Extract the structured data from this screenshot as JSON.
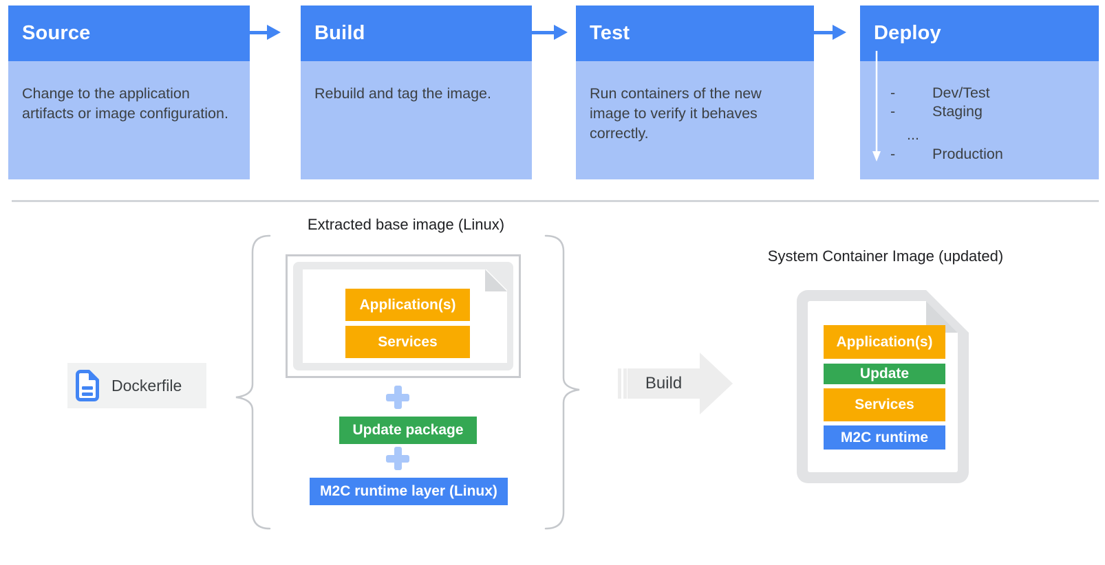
{
  "pipeline": {
    "stages": [
      {
        "title": "Source",
        "description": "Change to the application artifacts or image configuration."
      },
      {
        "title": "Build",
        "description": "Rebuild and tag the image."
      },
      {
        "title": "Test",
        "description": "Run containers of the new image to verify it behaves correctly."
      },
      {
        "title": "Deploy",
        "items": [
          {
            "bullet": "-",
            "label": "Dev/Test"
          },
          {
            "bullet": "-",
            "label": "Staging"
          },
          {
            "bullet": "",
            "label": "..."
          },
          {
            "bullet": "-",
            "label": "Production"
          }
        ]
      }
    ]
  },
  "build_flow": {
    "extracted_base_image": {
      "title": "Extracted base image (Linux)",
      "layers": [
        {
          "label": "Application(s)",
          "color": "#F9AB00"
        },
        {
          "label": "Services",
          "color": "#F9AB00"
        }
      ],
      "plus_symbol": "+",
      "update_package_label": "Update package",
      "runtime_layer_label": "M2C runtime layer (Linux)"
    },
    "dockerfile": {
      "label": "Dockerfile"
    },
    "build_arrow": {
      "label": "Build"
    },
    "system_container_image": {
      "title": "System Container Image (updated)",
      "layers": [
        {
          "label": "Application(s)",
          "color": "#F9AB00"
        },
        {
          "label": "Update",
          "color": "#34A853"
        },
        {
          "label": "Services",
          "color": "#F9AB00"
        },
        {
          "label": "M2C runtime",
          "color": "#4285F4"
        }
      ]
    }
  },
  "icons": {
    "dockerfile_icon": "document-icon",
    "flow_arrow_icon": "right-arrow",
    "deploy_flow_icon": "down-arrow",
    "plus_icon": "+",
    "brace_icon": "curly-brace"
  },
  "colors": {
    "stage_header_blue": "#4285F4",
    "stage_body_blue": "#A6C2F8",
    "connector_blue": "#4285F4",
    "layer_yellow": "#F9AB00",
    "layer_green": "#34A853",
    "layer_blue": "#4285F4",
    "plus_blue": "#A9C7FA",
    "build_arrow_gray": "#EDEDED",
    "divider_gray": "#D2D5D9",
    "text_dark": "#3C4043"
  }
}
